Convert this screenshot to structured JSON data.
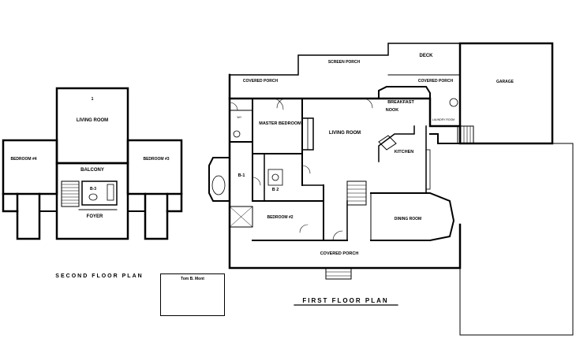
{
  "second_floor": {
    "title": "SECOND FLOOR PLAN",
    "rooms": {
      "living_room": "LIVING ROOM",
      "bedroom4": "BEDROOM #4",
      "bedroom3": "BEDROOM #3",
      "balcony": "BALCONY",
      "bath": "B-3",
      "foyer": "FOYER",
      "one": "1"
    }
  },
  "first_floor": {
    "title": "FIRST FLOOR PLAN",
    "rooms": {
      "screen_porch": "SCREEN PORCH",
      "deck": "DECK",
      "covered_porch_left": "COVERED PORCH",
      "covered_porch_right": "COVERED PORCH",
      "garage": "GARAGE",
      "breakfast_nook_1": "BREAKFAST",
      "breakfast_nook_2": "NOOK",
      "master_bedroom": "MASTER BEDROOM",
      "living_room": "LIVING ROOM",
      "kitchen": "KITCHEN",
      "laundry": "LAUNDRY ROOM",
      "wi": "W/I",
      "b1": "B-1",
      "b2": "B 2",
      "bedroom2": "BEDROOM #2",
      "dining_room": "DINING ROOM",
      "covered_porch_front": "COVERED PORCH"
    }
  },
  "title_block": {
    "name": "Tom B. Mont"
  }
}
